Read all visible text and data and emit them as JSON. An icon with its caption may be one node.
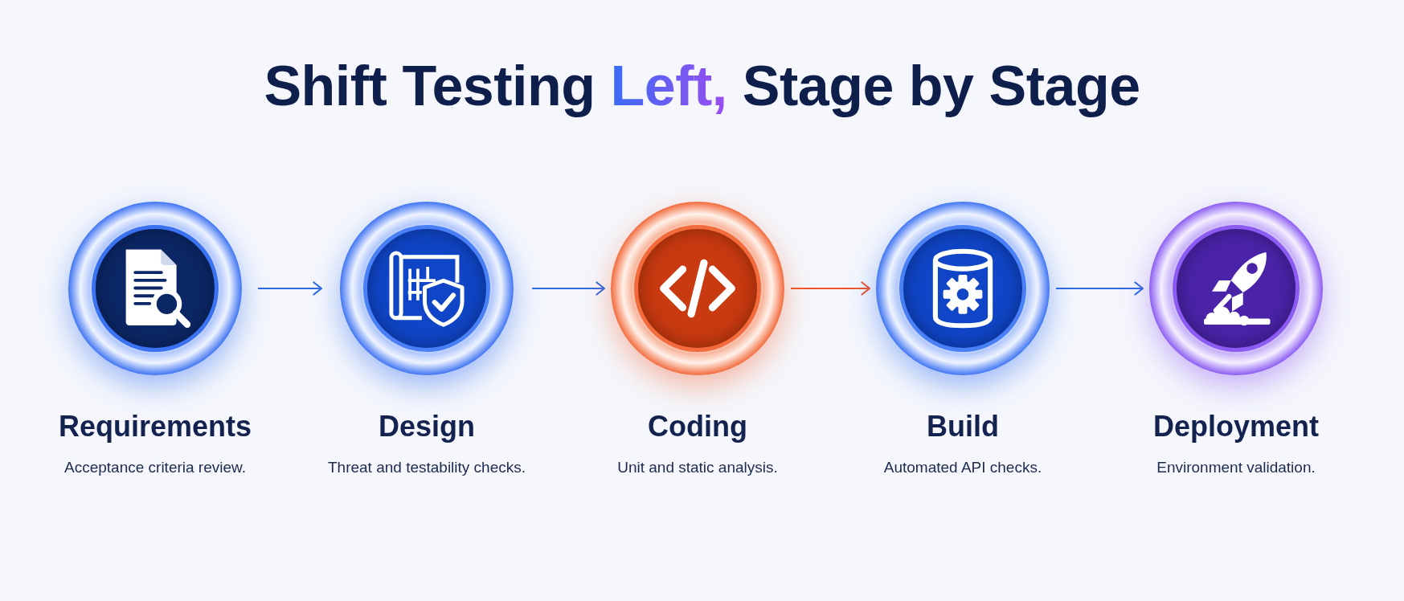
{
  "diagram": {
    "title": "Shift Testing Left, Stage by Stage",
    "nodes": [
      {
        "text": [
          "Requirements",
          "Acceptance criteria review."
        ]
      },
      {
        "text": [
          "Design",
          "Threat and testability checks."
        ]
      },
      {
        "text": [
          "Coding",
          "Unit and static analysis."
        ]
      },
      {
        "text": [
          "Build",
          "Automated API checks."
        ]
      },
      {
        "text": [
          "Deployment",
          "Environment validation."
        ]
      }
    ],
    "edges": [
      {
        "from": 0,
        "to": 1,
        "arrow": "to"
      },
      {
        "from": 1,
        "to": 2,
        "arrow": "to"
      },
      {
        "from": 2,
        "to": 3,
        "arrow": "to",
        "color": "#f0562a"
      },
      {
        "from": 3,
        "to": 4,
        "arrow": "to"
      }
    ]
  }
}
